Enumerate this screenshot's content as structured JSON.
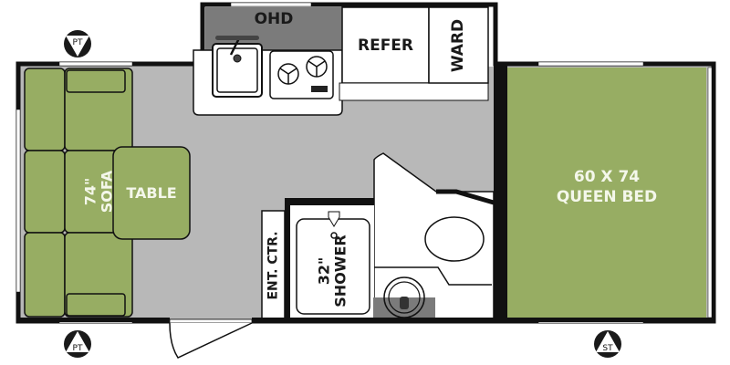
{
  "floorplan": {
    "colors": {
      "wall": "#111111",
      "floor": "#b8b8b8",
      "furniture_green": "#97ad63",
      "ohd_gray": "#7b7b7b",
      "white": "#ffffff"
    },
    "labels": {
      "ohd": "OHD",
      "refer": "REFER",
      "ward": "WARD",
      "table": "TABLE",
      "sofa_size": "74\"",
      "sofa": "SOFA",
      "bed_size": "60 X 74",
      "bed": "QUEEN BED",
      "ent_ctr": "ENT. CTR.",
      "shower_size": "32\"",
      "shower": "SHOWER"
    },
    "badges": [
      {
        "id": "pt-top",
        "text": "PT",
        "orientation": "down"
      },
      {
        "id": "pt-bottom",
        "text": "PT",
        "orientation": "up"
      },
      {
        "id": "st-bottom",
        "text": "ST",
        "orientation": "up"
      }
    ]
  }
}
